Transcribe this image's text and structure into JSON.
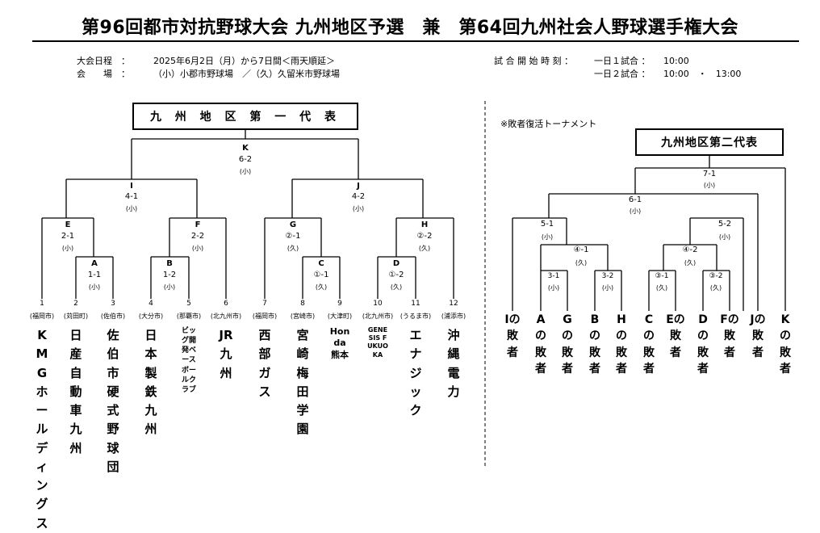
{
  "header": {
    "title": "第96回都市対抗野球大会 九州地区予選　兼　第64回九州社会人野球選手権大会",
    "schedule_label": "大会日程　：",
    "schedule_value": "2025年6月2日（月）から7日間＜雨天順延＞",
    "venue_label": "会　　場　：",
    "venue_value": "（小）小郡市野球場　／（久）久留米市野球場",
    "start_label": "試 合 開 始 時 刻 ：",
    "start_line1": "一日１試合 ：　　10:00",
    "start_line2": "一日２試合 ：　　10:00　・　13:00"
  },
  "main_bracket": {
    "rep_label": "九 州 地 区 第 一 代 表",
    "matches": [
      {
        "id": "K",
        "score": "6-2",
        "venue": "(小)"
      },
      {
        "id": "I",
        "score": "4-1",
        "venue": "(小)"
      },
      {
        "id": "J",
        "score": "4-2",
        "venue": "(小)"
      },
      {
        "id": "E",
        "score": "2-1",
        "venue": "(小)"
      },
      {
        "id": "F",
        "score": "2-2",
        "venue": "(小)"
      },
      {
        "id": "G",
        "score": "②-1",
        "venue": "(久)"
      },
      {
        "id": "H",
        "score": "②-2",
        "venue": "(久)"
      },
      {
        "id": "A",
        "score": "1-1",
        "venue": "(小)"
      },
      {
        "id": "B",
        "score": "1-2",
        "venue": "(小)"
      },
      {
        "id": "C",
        "score": "①-1",
        "venue": "(久)"
      },
      {
        "id": "D",
        "score": "①-2",
        "venue": "(久)"
      }
    ],
    "teams": [
      {
        "seed": "1",
        "pref": "(福岡市)",
        "name": "KMGホールディングス"
      },
      {
        "seed": "2",
        "pref": "(苅田町)",
        "name": "日産自動車九州"
      },
      {
        "seed": "3",
        "pref": "(佐伯市)",
        "name": "佐伯市硬式野球団"
      },
      {
        "seed": "4",
        "pref": "(大分市)",
        "name": "日本製鉄九州"
      },
      {
        "seed": "5",
        "pref": "(那覇市)",
        "name": "ビッグ開発ベースボールクラブ"
      },
      {
        "seed": "6",
        "pref": "(北九州市)",
        "name": "JR九州"
      },
      {
        "seed": "7",
        "pref": "(福岡市)",
        "name": "西部ガス"
      },
      {
        "seed": "8",
        "pref": "(宮崎市)",
        "name": "宮崎梅田学園"
      },
      {
        "seed": "9",
        "pref": "(大津町)",
        "name": "Honda熊本"
      },
      {
        "seed": "10",
        "pref": "(北九州市)",
        "name": "GENESIS FUKUOKA"
      },
      {
        "seed": "11",
        "pref": "(うるま市)",
        "name": "エナジック"
      },
      {
        "seed": "12",
        "pref": "(浦添市)",
        "name": "沖縄電力"
      }
    ]
  },
  "repechage": {
    "note": "※敗者復活トーナメント",
    "rep_label": "九州地区第二代表",
    "matches": [
      {
        "score": "7-1",
        "venue": "(小)"
      },
      {
        "score": "6-1",
        "venue": "(小)"
      },
      {
        "score": "5-1",
        "venue": "(小)"
      },
      {
        "score": "5-2",
        "venue": "(小)"
      },
      {
        "score": "④-1",
        "venue": "(久)"
      },
      {
        "score": "④-2",
        "venue": "(久)"
      },
      {
        "score": "3-1",
        "venue": "(小)"
      },
      {
        "score": "3-2",
        "venue": "(小)"
      },
      {
        "score": "③-1",
        "venue": "(久)"
      },
      {
        "score": "③-2",
        "venue": "(久)"
      }
    ],
    "losers": [
      {
        "letter": "I",
        "suffix": "の敗者"
      },
      {
        "letter": "A",
        "suffix": "の敗者"
      },
      {
        "letter": "G",
        "suffix": "の敗者"
      },
      {
        "letter": "B",
        "suffix": "の敗者"
      },
      {
        "letter": "H",
        "suffix": "の敗者"
      },
      {
        "letter": "C",
        "suffix": "の敗者"
      },
      {
        "letter": "E",
        "suffix": "の敗者"
      },
      {
        "letter": "D",
        "suffix": "の敗者"
      },
      {
        "letter": "F",
        "suffix": "の敗者"
      },
      {
        "letter": "J",
        "suffix": "の敗者"
      },
      {
        "letter": "K",
        "suffix": "の敗者"
      }
    ]
  }
}
